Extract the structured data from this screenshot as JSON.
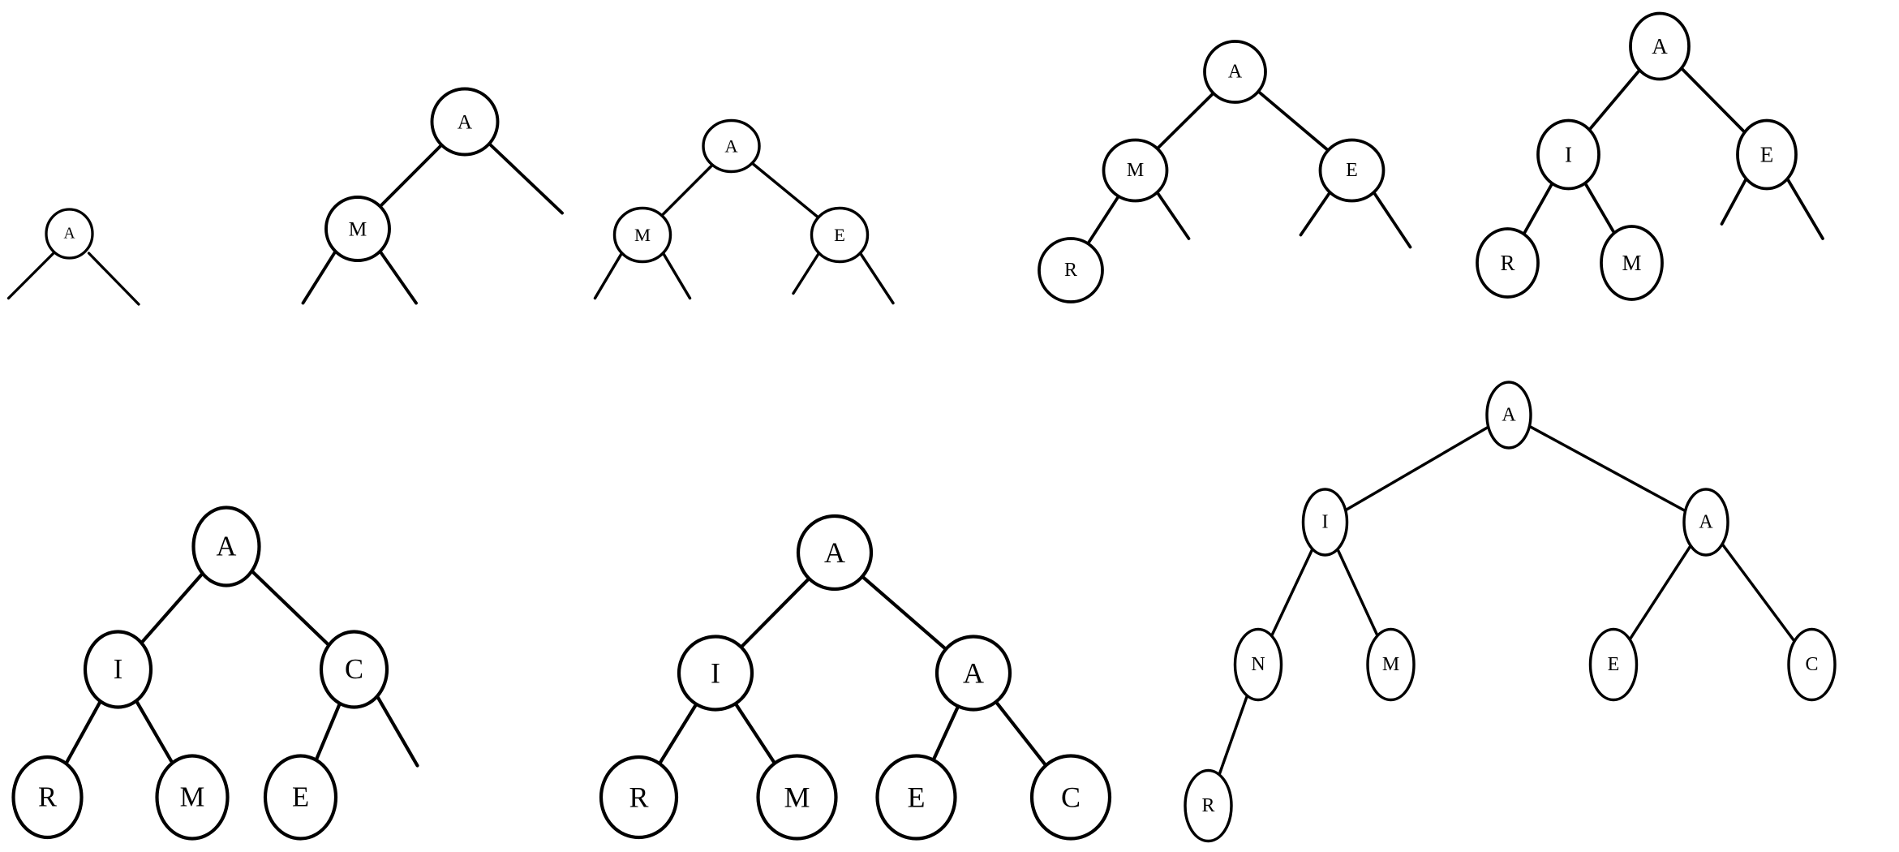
{
  "colors": {
    "stroke": "#000000",
    "fill": "#ffffff",
    "background": "#ffffff"
  },
  "trees": [
    {
      "nodes": [
        "A"
      ]
    },
    {
      "nodes": [
        "A",
        "M"
      ]
    },
    {
      "nodes": [
        "A",
        "M",
        "E"
      ]
    },
    {
      "nodes": [
        "A",
        "M",
        "E",
        "R"
      ]
    },
    {
      "nodes": [
        "A",
        "I",
        "E",
        "R",
        "M"
      ]
    },
    {
      "nodes": [
        "A",
        "I",
        "C",
        "R",
        "M",
        "E"
      ]
    },
    {
      "nodes": [
        "A",
        "I",
        "A",
        "R",
        "M",
        "E",
        "C"
      ]
    },
    {
      "nodes": [
        "A",
        "I",
        "A",
        "N",
        "M",
        "E",
        "C",
        "R"
      ]
    }
  ]
}
